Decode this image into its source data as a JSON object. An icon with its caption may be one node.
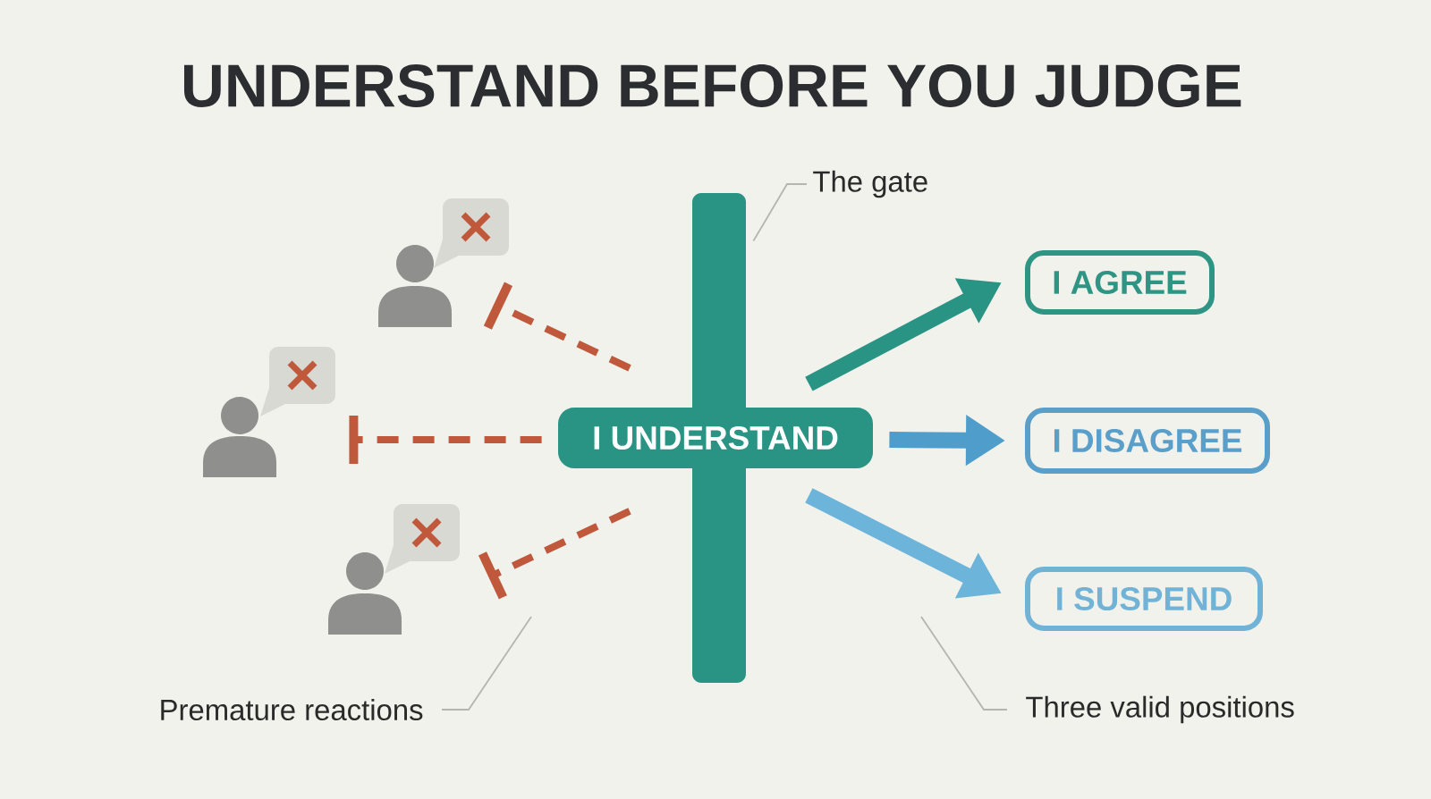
{
  "diagram": {
    "title": "UNDERSTAND BEFORE YOU JUDGE",
    "nodes": [
      {
        "text": [
          "The gate"
        ]
      },
      {
        "text": [],
        "shape": "bar"
      },
      {
        "text": [],
        "shape": "person"
      },
      {
        "text": [
          "I AGREE"
        ]
      },
      {
        "text": [],
        "shape": "person"
      },
      {
        "text": [
          "I UNDERSTAND"
        ]
      },
      {
        "text": [
          "I DISAGREE"
        ]
      },
      {
        "text": [],
        "shape": "person"
      },
      {
        "text": [
          "I SUSPEND"
        ]
      },
      {
        "text": [
          "Premature reactions"
        ]
      },
      {
        "text": [
          "Three valid positions"
        ]
      }
    ],
    "edges": [
      {
        "from": null,
        "to": 2,
        "arrow": "other",
        "style": "dashed",
        "color": "#c0583c"
      },
      {
        "from": 5,
        "to": 4,
        "arrow": "other",
        "style": "dashed",
        "color": "#c0583c"
      },
      {
        "from": null,
        "to": 7,
        "arrow": "other",
        "style": "dashed",
        "color": "#c0583c"
      },
      {
        "from": 5,
        "to": 3,
        "arrow": "to",
        "style": "thick",
        "color": "#2a9484"
      },
      {
        "from": 5,
        "to": 6,
        "arrow": "to",
        "style": "thick",
        "color": "#4f9dcb"
      },
      {
        "from": 5,
        "to": 8,
        "arrow": "to",
        "style": "thick",
        "color": "#6db4da"
      },
      {
        "from": 0,
        "to": 1,
        "arrow": "none",
        "color": "#b5b5ae"
      },
      {
        "from": 9,
        "to": null,
        "arrow": "none",
        "color": "#b5b5ae"
      },
      {
        "from": 10,
        "to": null,
        "arrow": "none",
        "color": "#b5b5ae"
      }
    ]
  }
}
